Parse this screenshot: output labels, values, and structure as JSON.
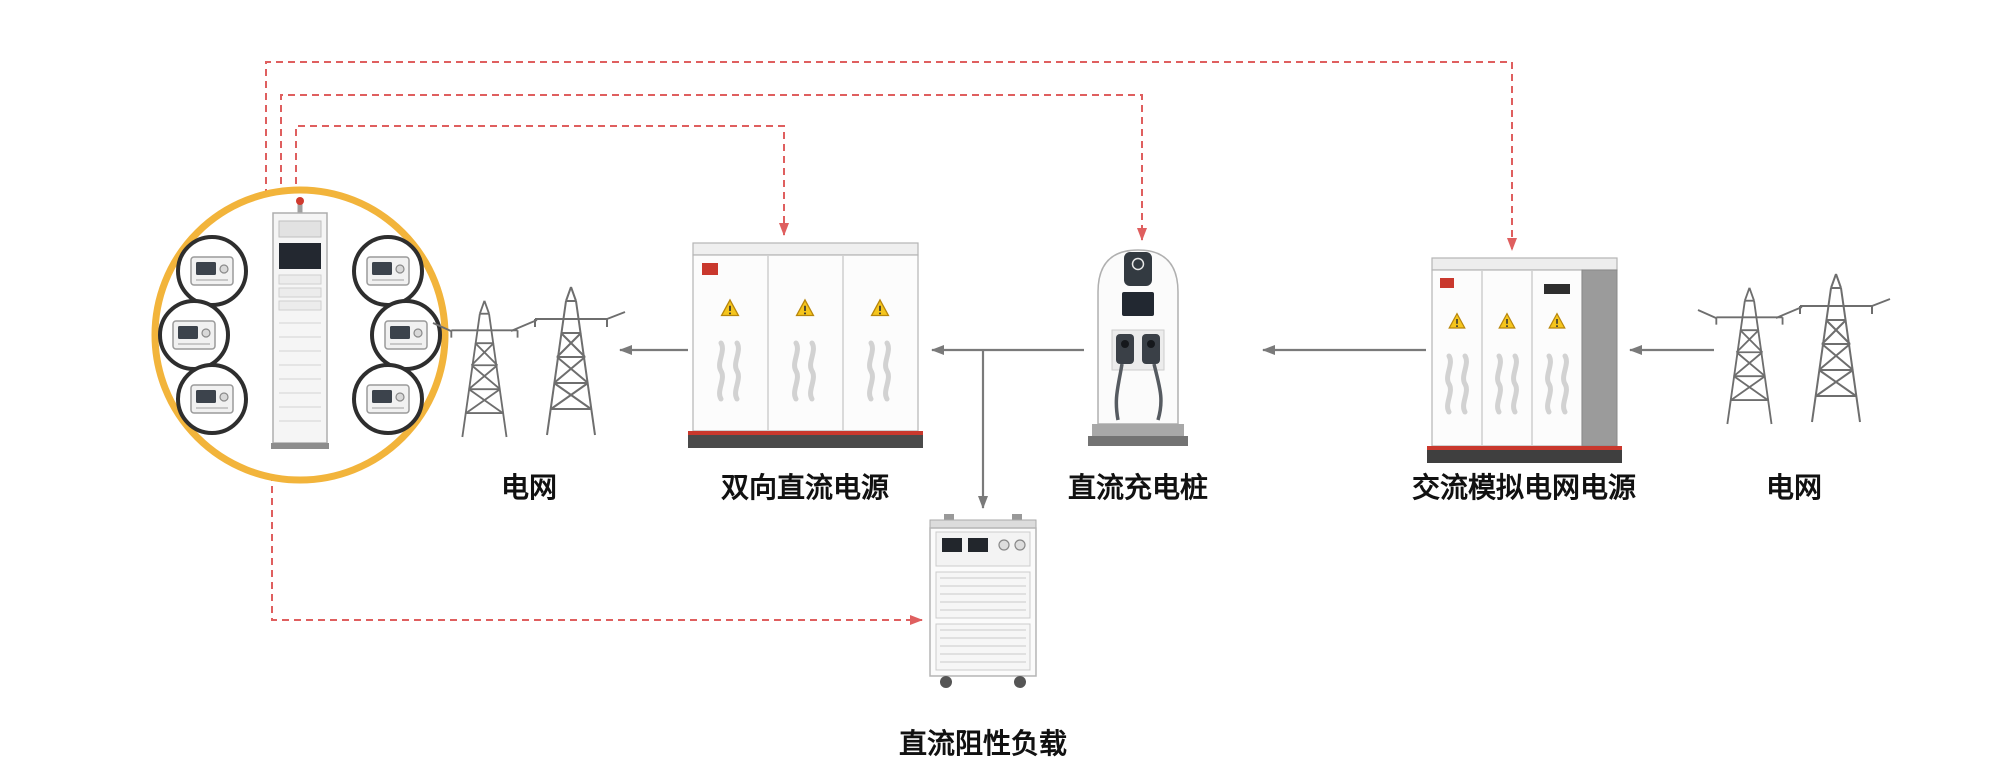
{
  "diagram": {
    "nodes": {
      "grid_left": {
        "label": "电网"
      },
      "bidirectional_dc": {
        "label": "双向直流电源"
      },
      "dc_charger": {
        "label": "直流充电桩"
      },
      "ac_grid_sim": {
        "label": "交流模拟电网电源"
      },
      "grid_right": {
        "label": "电网"
      },
      "dc_load": {
        "label": "直流阻性负载"
      }
    },
    "colors": {
      "dashed_line": "#df5f5f",
      "solid_arrow": "#7a7a7a",
      "highlight_ring": "#f2b43b",
      "cabinet_accent": "#c9382d",
      "warning": "#f5c51d"
    },
    "connections": {
      "power_flow": [
        {
          "from": "grid_right",
          "to": "ac_grid_sim"
        },
        {
          "from": "ac_grid_sim",
          "to": "dc_charger"
        },
        {
          "from": "dc_charger",
          "to": "bidirectional_dc"
        },
        {
          "from": "bidirectional_dc",
          "to": "grid_left"
        },
        {
          "from": "dc_charger",
          "to": "dc_load"
        }
      ],
      "measurement_links": [
        {
          "from": "test_system",
          "to": "bidirectional_dc",
          "style": "red-dashed"
        },
        {
          "from": "test_system",
          "to": "dc_charger",
          "style": "red-dashed"
        },
        {
          "from": "test_system",
          "to": "ac_grid_sim",
          "style": "red-dashed"
        },
        {
          "from": "test_system",
          "to": "dc_load",
          "style": "red-dashed"
        }
      ]
    }
  }
}
